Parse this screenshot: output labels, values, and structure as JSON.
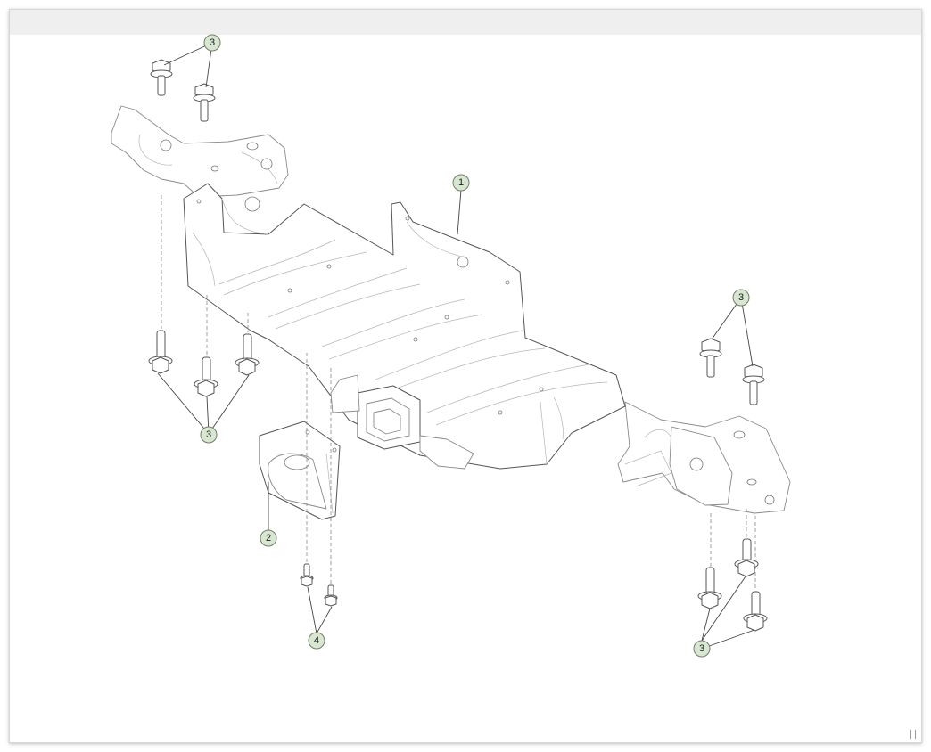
{
  "callouts": {
    "c1": "1",
    "c2": "2",
    "c3_top_left": "3",
    "c3_lower_left": "3",
    "c3_right_upper": "3",
    "c3_right_lower": "3",
    "c4": "4"
  },
  "colors": {
    "callout_fill": "#d8e6d2",
    "line_art": "#8a8a8a",
    "header_bar": "#efefef"
  }
}
